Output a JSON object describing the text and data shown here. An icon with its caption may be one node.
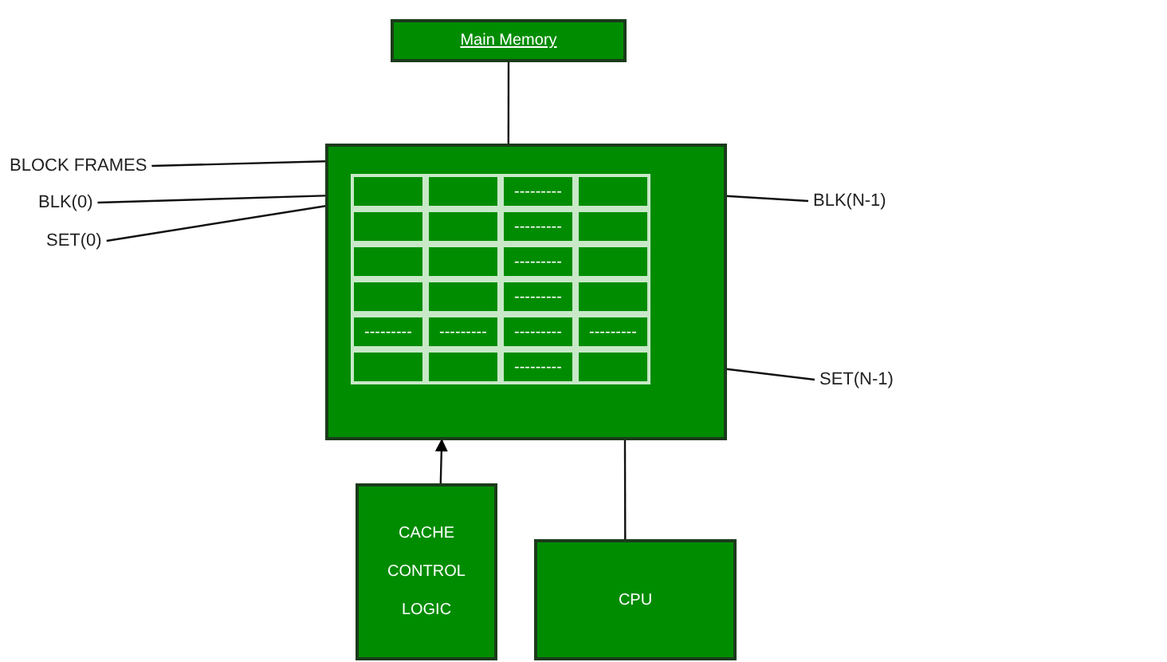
{
  "diagram": {
    "nodes": [
      {
        "text": [
          "Main Memory"
        ]
      },
      {
        "text": [
          "BLOCK FRAMES"
        ]
      },
      {
        "text": [
          "BLK(0)"
        ]
      },
      {
        "text": [
          "SET(0)"
        ]
      },
      {
        "text": [
          "BLK(N-1)"
        ]
      },
      {
        "text": [
          "SET(N-1)"
        ]
      },
      {
        "text": [],
        "shape": "box"
      },
      {
        "text": [],
        "shape": "box",
        "in": 6
      },
      {
        "text": [],
        "shape": "box",
        "in": 6
      },
      {
        "text": [
          "---------"
        ],
        "in": 6
      },
      {
        "text": [],
        "shape": "box",
        "in": 6
      },
      {
        "text": [],
        "shape": "box",
        "in": 6
      },
      {
        "text": [],
        "shape": "box",
        "in": 6
      },
      {
        "text": [
          "---------"
        ],
        "in": 6
      },
      {
        "text": [],
        "shape": "box",
        "in": 6
      },
      {
        "text": [],
        "shape": "box",
        "in": 6
      },
      {
        "text": [],
        "shape": "box",
        "in": 6
      },
      {
        "text": [
          "---------"
        ],
        "in": 6
      },
      {
        "text": [],
        "shape": "box",
        "in": 6
      },
      {
        "text": [],
        "shape": "box",
        "in": 6
      },
      {
        "text": [],
        "shape": "box",
        "in": 6
      },
      {
        "text": [
          "---------"
        ],
        "in": 6
      },
      {
        "text": [],
        "shape": "box",
        "in": 6
      },
      {
        "text": [
          "---------"
        ],
        "in": 6
      },
      {
        "text": [
          "---------"
        ],
        "in": 6
      },
      {
        "text": [
          "---------"
        ],
        "in": 6
      },
      {
        "text": [
          "---------"
        ],
        "in": 6
      },
      {
        "text": [],
        "shape": "box",
        "in": 6
      },
      {
        "text": [],
        "shape": "box",
        "in": 6
      },
      {
        "text": [
          "---------"
        ],
        "in": 6
      },
      {
        "text": [],
        "shape": "box",
        "in": 6
      },
      {
        "text": [
          "CACHE CONTROL LOGIC"
        ]
      },
      {
        "text": [
          "CPU"
        ]
      }
    ],
    "edges": [
      {
        "from": 0,
        "to": 6,
        "arrow": "none"
      },
      {
        "from": 1,
        "to": 6,
        "arrow": "none"
      },
      {
        "from": 2,
        "to": 7,
        "arrow": "none"
      },
      {
        "from": 3,
        "to": 7,
        "arrow": "none"
      },
      {
        "from": 4,
        "to": 10,
        "arrow": "none"
      },
      {
        "from": 5,
        "to": 30,
        "arrow": "none"
      },
      {
        "from": 31,
        "to": 6,
        "arrow": "to"
      },
      {
        "from": 32,
        "to": 6,
        "arrow": "none"
      }
    ]
  }
}
